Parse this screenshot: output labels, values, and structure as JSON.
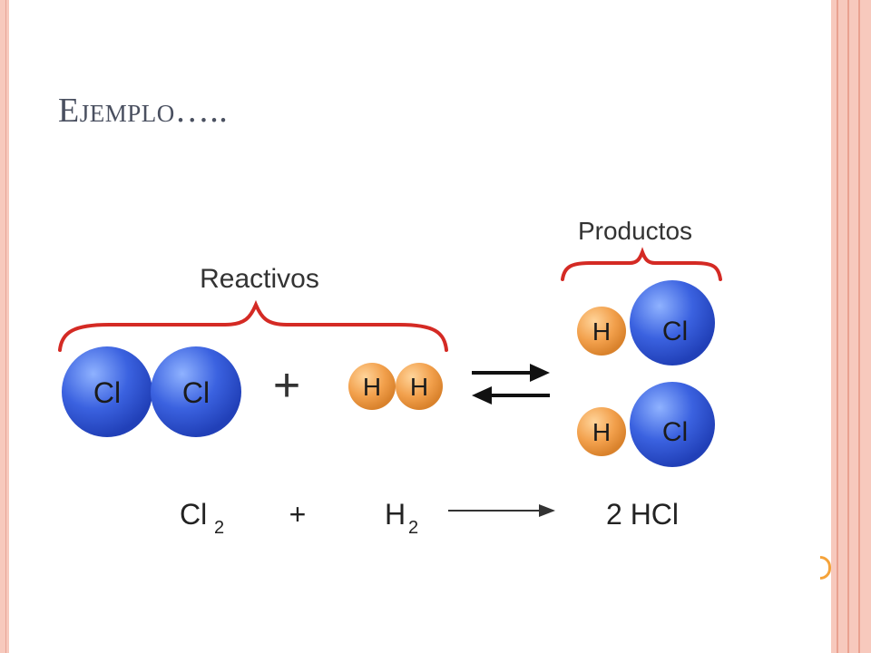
{
  "slide": {
    "title": "Ejemplo….."
  },
  "diagram": {
    "reactants_label": "Reactivos",
    "products_label": "Productos",
    "plus_sign": "+",
    "reactant_cl2_atoms": [
      "Cl",
      "Cl"
    ],
    "reactant_h2_atoms": [
      "H",
      "H"
    ],
    "products": [
      {
        "atoms": [
          "H",
          "Cl"
        ]
      },
      {
        "atoms": [
          "H",
          "Cl"
        ]
      }
    ],
    "equation": {
      "cl": "Cl",
      "cl_sub": "2",
      "plus": "+",
      "h": "H",
      "h_sub": "2",
      "product": "2 HCl"
    }
  },
  "colors": {
    "chlorine": "#3b62e0",
    "hydrogen": "#f2a04c",
    "brace": "#d42a24",
    "frame": "#f7c9bd"
  }
}
